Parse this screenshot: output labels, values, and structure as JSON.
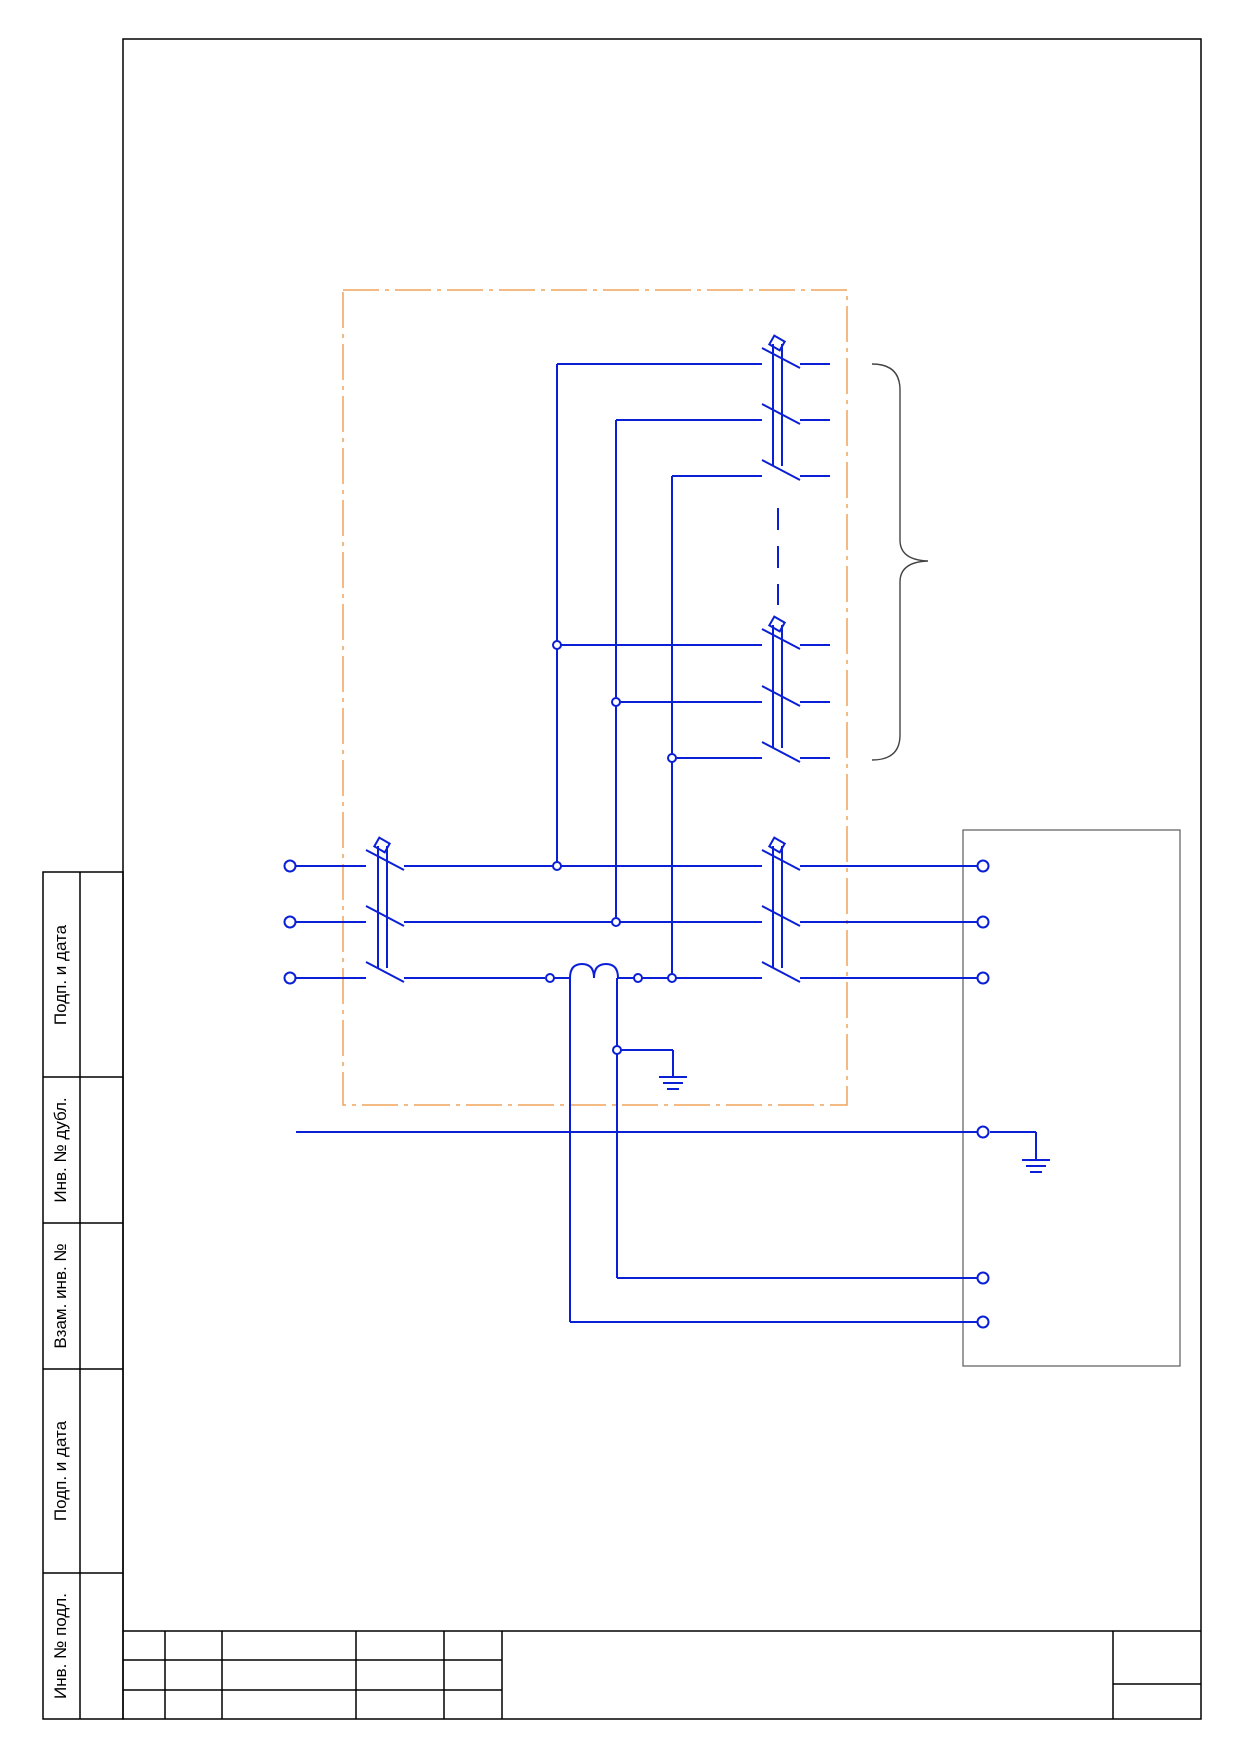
{
  "sidebar": {
    "labels": [
      "Подп. и дата",
      "Инв. № дубл.",
      "Взам. инв. №",
      "Подп. и дата",
      "Инв. № подл."
    ]
  },
  "colors": {
    "wire": "#0a1fd6",
    "panel_border": "#f0a35a",
    "frame": "#000000",
    "device_box": "#5a5a5a"
  }
}
